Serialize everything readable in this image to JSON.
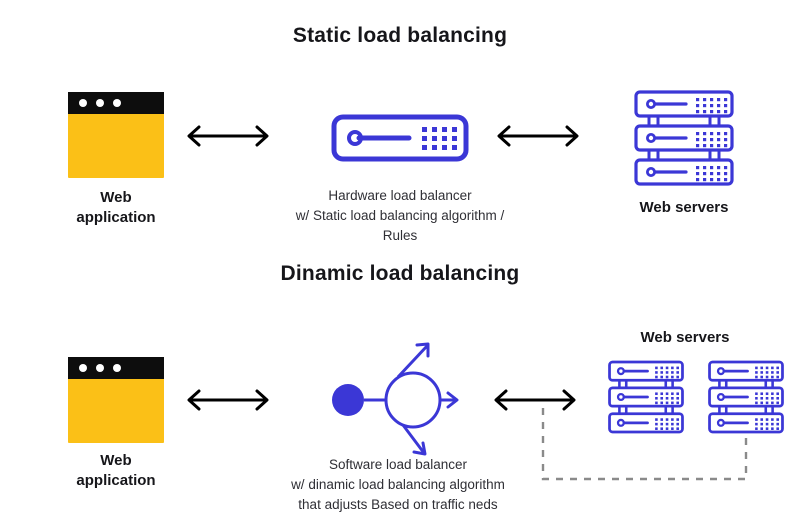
{
  "diagram": {
    "background_color": "#ffffff",
    "accent_blue": "#3B37D6",
    "accent_yellow": "#FBC017",
    "arrow_color": "#000000",
    "dashed_color": "#8a8a8a"
  },
  "sections": [
    {
      "id": "static",
      "title": "Static load balancing",
      "source": {
        "icon": "browser-window-icon",
        "label_line1": "Web",
        "label_line2": "application"
      },
      "middle": {
        "icon": "hardware-load-balancer-icon",
        "caption_line1": "Hardware load balancer",
        "caption_line2": "w/ Static load balancing algorithm /",
        "caption_line3": "Rules"
      },
      "target": {
        "icon": "server-rack-icon",
        "label": "Web servers",
        "rack_count": 1,
        "units_per_rack": 3
      },
      "connectors": [
        {
          "name": "arrow-app-to-balancer",
          "type": "double-arrow"
        },
        {
          "name": "arrow-balancer-to-servers",
          "type": "double-arrow"
        }
      ]
    },
    {
      "id": "dynamic",
      "title": "Dinamic load balancing",
      "source": {
        "icon": "browser-window-icon",
        "label_line1": "Web",
        "label_line2": "application"
      },
      "middle": {
        "icon": "software-load-balancer-icon",
        "caption_line1": "Software load balancer",
        "caption_line2": "w/ dinamic load balancing algorithm",
        "caption_line3": "that adjusts Based on traffic neds"
      },
      "target": {
        "icon": "server-rack-icon",
        "label": "Web servers",
        "rack_count": 2,
        "units_per_rack": 3
      },
      "connectors": [
        {
          "name": "arrow-app-to-balancer",
          "type": "double-arrow"
        },
        {
          "name": "arrow-balancer-to-servers",
          "type": "double-arrow"
        },
        {
          "name": "dashed-scaling-bracket",
          "type": "dashed-bracket"
        }
      ]
    }
  ]
}
